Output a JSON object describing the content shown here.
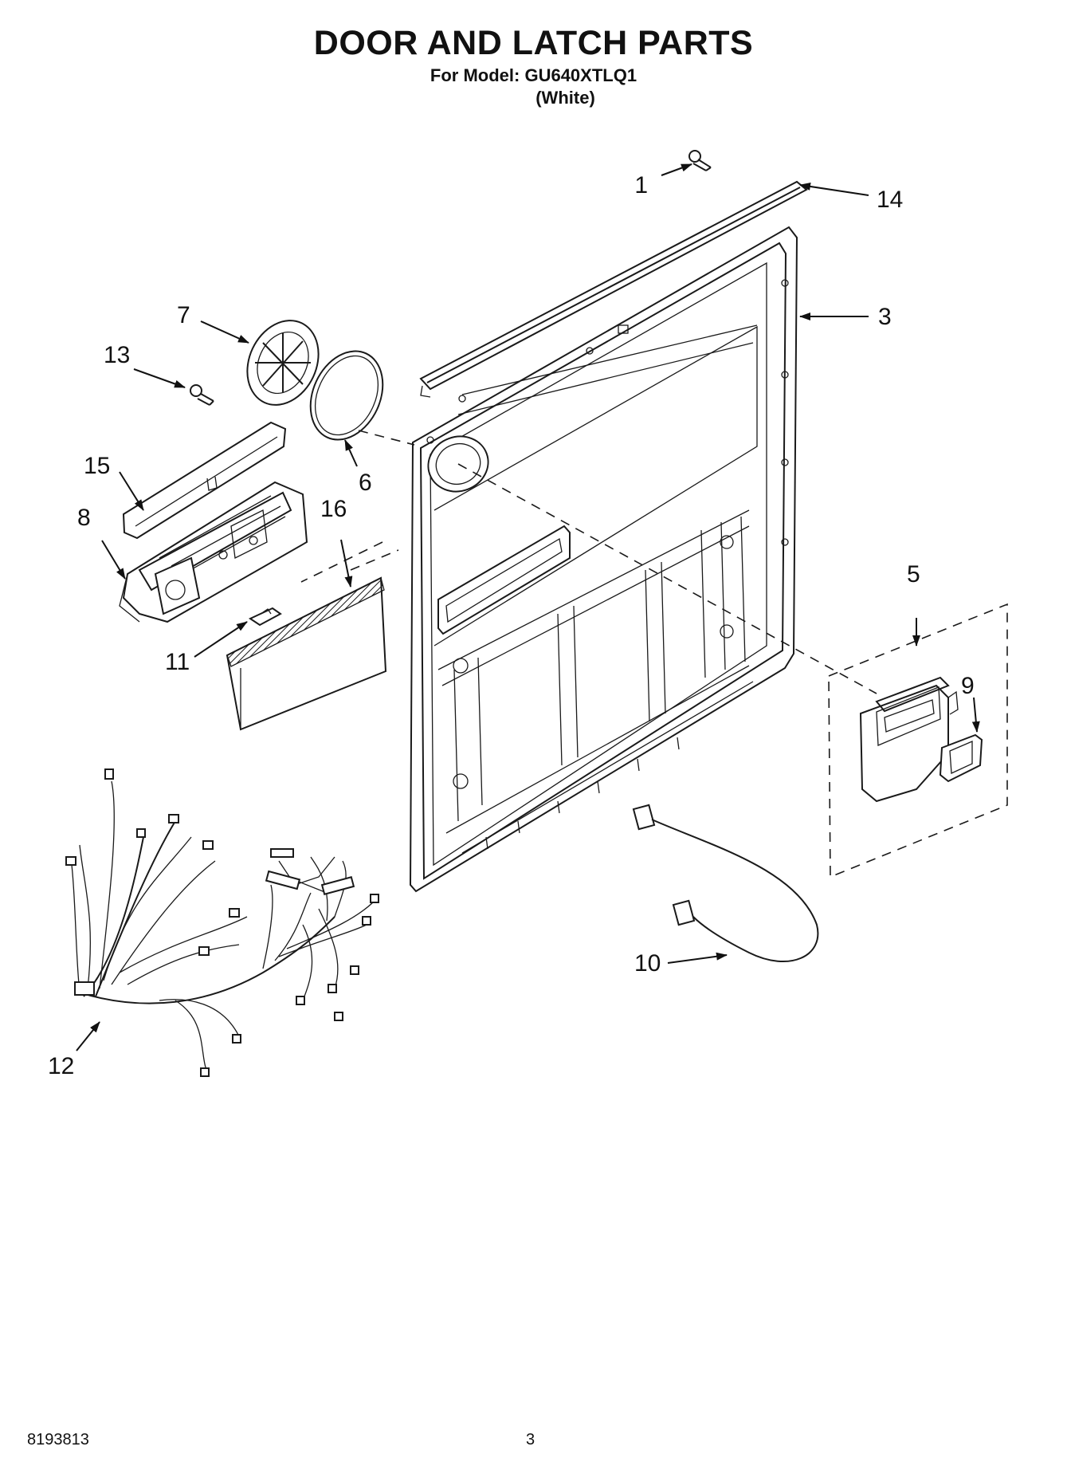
{
  "header": {
    "title": "DOOR AND LATCH PARTS",
    "model_line": "For Model: GU640XTLQ1",
    "color_line": "(White)"
  },
  "callouts": [
    "1",
    "14",
    "3",
    "7",
    "13",
    "6",
    "15",
    "16",
    "8",
    "5",
    "9",
    "11",
    "10",
    "12"
  ],
  "footer": {
    "doc_number": "8193813",
    "page_number": "3"
  }
}
